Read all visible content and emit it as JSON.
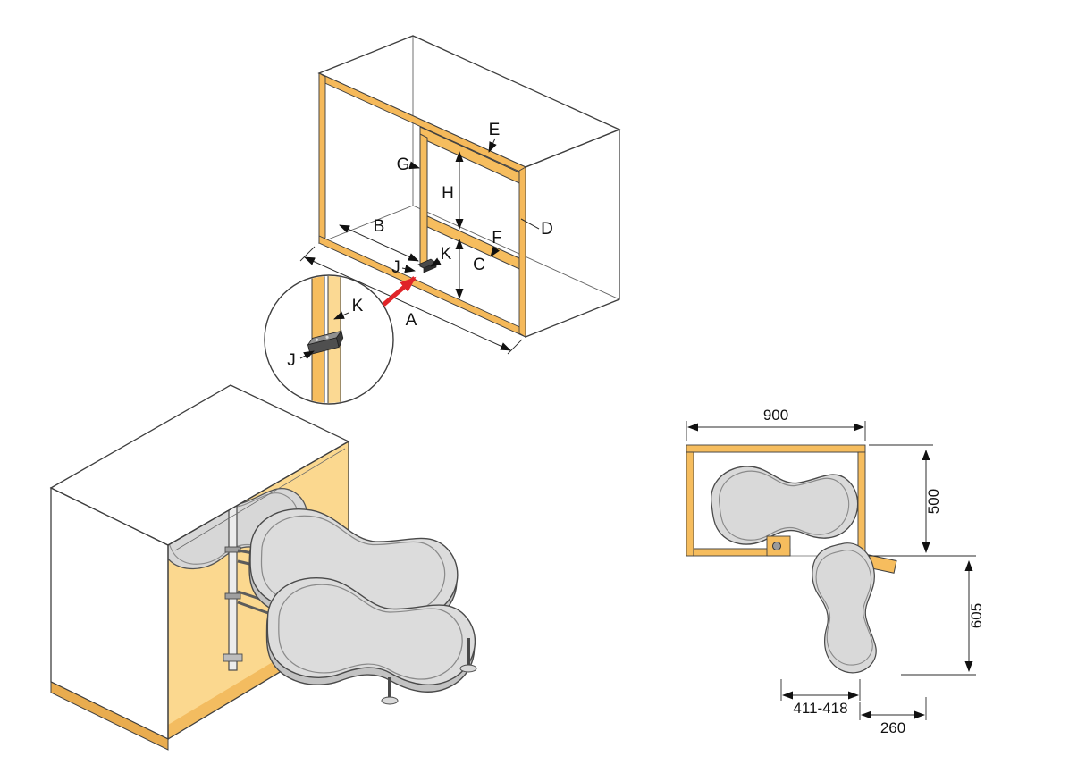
{
  "page": {
    "background": "#ffffff"
  },
  "colors": {
    "carcass_orange": "#F6BD5E",
    "carcass_orange_light": "#FBD993",
    "carcass_orange_dark": "#F1AC45",
    "tray_gray": "#DCDCDC",
    "outline": "#3F3F3F",
    "pointer_red": "#E02428"
  },
  "isometric_carcass": {
    "labels": {
      "a": "A",
      "b": "B",
      "c": "C",
      "d": "D",
      "e": "E",
      "f": "F",
      "g": "G",
      "h": "H",
      "j": "J",
      "k": "K"
    }
  },
  "detail_callout": {
    "labels": {
      "j": "J",
      "k": "K"
    }
  },
  "plan_view": {
    "dimensions": {
      "width_top": "900",
      "side_depth": "500",
      "swing_clearance": "605",
      "opening_range": "411-418",
      "pivot_offset": "260"
    }
  }
}
